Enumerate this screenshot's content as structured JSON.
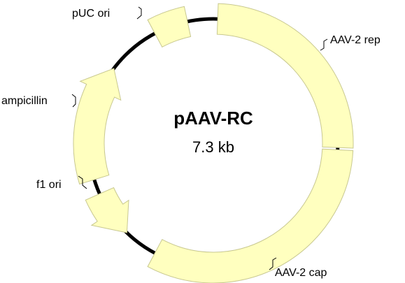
{
  "plasmid": {
    "name": "pAAV-RC",
    "size_label": "7.3 kb",
    "size_kb": 7.3
  },
  "colors": {
    "feature_fill": "#ffffbf",
    "feature_stroke": "#c8c890",
    "backbone": "#000000"
  },
  "features": [
    {
      "id": "puc-ori",
      "label": "pUC ori",
      "type": "box",
      "start_deg": -118,
      "end_deg": -102
    },
    {
      "id": "aav2-rep",
      "label": "AAV-2 rep",
      "type": "box",
      "start_deg": -88,
      "end_deg": 2
    },
    {
      "id": "aav2-cap",
      "label": "AAV-2 cap",
      "type": "box",
      "start_deg": 3,
      "end_deg": 118
    },
    {
      "id": "ampicillin",
      "label": "ampicillin",
      "type": "arrow",
      "direction": "cw",
      "start_deg": 163,
      "end_deg": 217
    },
    {
      "id": "f1-ori",
      "label": "f1 ori",
      "type": "arrow",
      "direction": "ccw",
      "start_deg": 134,
      "end_deg": 156
    }
  ]
}
